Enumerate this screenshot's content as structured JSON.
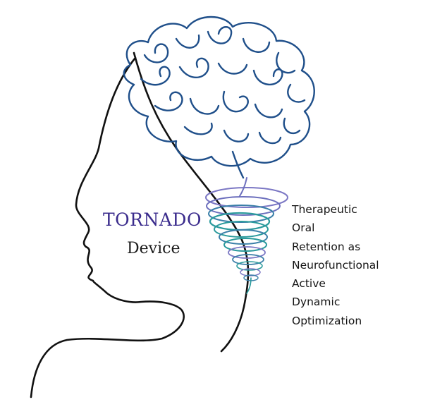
{
  "title": "TORNADO",
  "subtitle": "Device",
  "acronym_lines": [
    "Therapeutic",
    "Oral",
    "Retention as",
    "Neurofunctional",
    "Active",
    "Dynamic",
    "Optimization"
  ],
  "colors": {
    "brain": "#1f4f8a",
    "profile": "#111111",
    "title": "#3a2b8c",
    "tornado_purple": "#7b77c4",
    "tornado_teal": "#2a9a9c",
    "tornado_blue": "#3a7fa8"
  },
  "icons": {
    "profile": "human-head-profile",
    "brain": "brain-scribble",
    "tornado": "tornado-spiral"
  }
}
